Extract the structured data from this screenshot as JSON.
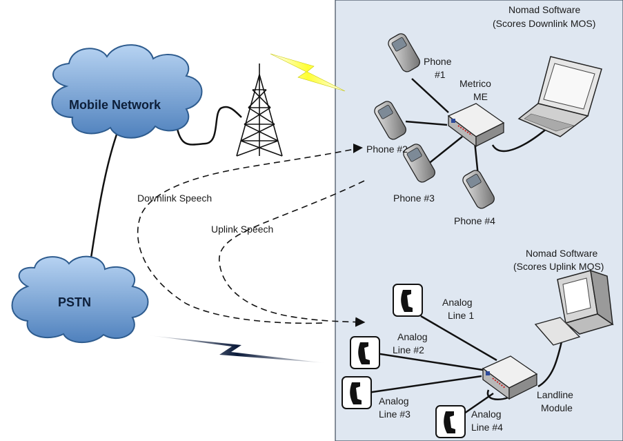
{
  "clouds": {
    "mobile_network": "Mobile Network",
    "pstn": "PSTN"
  },
  "phones": [
    {
      "label": [
        "Phone",
        "#1"
      ]
    },
    {
      "label": [
        "Phone #2"
      ]
    },
    {
      "label": [
        "Phone #3"
      ]
    },
    {
      "label": [
        "Phone #4"
      ]
    }
  ],
  "metrico": [
    "Metrico",
    "ME"
  ],
  "nomad_downlink": [
    "Nomad Software",
    "(Scores Downlink MOS)"
  ],
  "nomad_uplink": [
    "Nomad Software",
    "(Scores Uplink MOS)"
  ],
  "speech": {
    "downlink": "Downlink Speech",
    "uplink": "Uplink Speech"
  },
  "lines": [
    {
      "label": [
        "Analog",
        "Line 1"
      ]
    },
    {
      "label": [
        "Analog",
        "Line #2"
      ]
    },
    {
      "label": [
        "Analog",
        "Line #3"
      ]
    },
    {
      "label": [
        "Analog",
        "Line #4"
      ]
    }
  ],
  "landline": [
    "Landline",
    "Module"
  ],
  "colors": {
    "panel": "#dfe7f1",
    "cloud": "#4f81bd",
    "cloud_light": "#9cc0e8",
    "bolt": "#ffff33",
    "bolt_dark": "#0a1a3a"
  }
}
